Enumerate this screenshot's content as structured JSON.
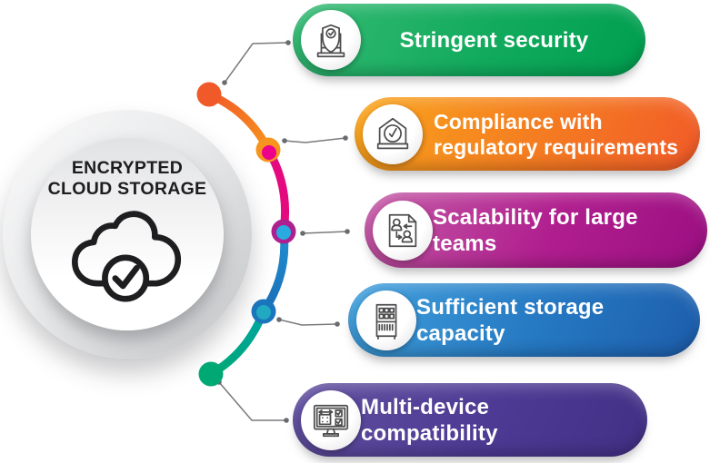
{
  "hub": {
    "line1": "ENCRYPTED",
    "line2": "CLOUD STORAGE",
    "text_color": "#1d1d1f",
    "icon": "cloud-check-icon"
  },
  "items": [
    {
      "line1": "Stringent security",
      "line2": "",
      "icon": "shield-on-stand-icon",
      "g1": "#35b973",
      "g2": "#12ab5e",
      "g3": "#009e4f"
    },
    {
      "line1": "Compliance with",
      "line2": "regulatory requirements",
      "icon": "badge-check-icon",
      "g1": "#f9a51b",
      "g2": "#f47b21",
      "g3": "#f15a29"
    },
    {
      "line1": "Scalability for large teams",
      "line2": "",
      "icon": "document-users-icon",
      "g1": "#c45ba6",
      "g2": "#b01e8e",
      "g3": "#9b0f82"
    },
    {
      "line1": "Sufficient storage capacity",
      "line2": "",
      "icon": "server-cabinet-icon",
      "g1": "#41a0dc",
      "g2": "#2578c2",
      "g3": "#1d5dab"
    },
    {
      "line1": "Multi-device compatibility",
      "line2": "",
      "icon": "monitor-check-icon",
      "g1": "#61509f",
      "g2": "#4d3a94",
      "g3": "#423085"
    }
  ],
  "connector": {
    "node1": "#f05a28",
    "node2_outer": "#f7941d",
    "node2_inner": "#ec008c",
    "node3_outer": "#ad208f",
    "node3_inner": "#29abe2",
    "node4_outer": "#1b75bc",
    "node4_inner": "#22a9c2",
    "node5": "#00a873",
    "seg1_from": "#f05a28",
    "seg1_to": "#f7941d",
    "seg2": "#e5097f",
    "seg3_from": "#2090d0",
    "seg3_to": "#1c6db6",
    "seg4_from": "#00a5a0",
    "seg4_to": "#00a873",
    "guide_line": "#797a7d",
    "guide_dot": "#6a6b6e"
  }
}
